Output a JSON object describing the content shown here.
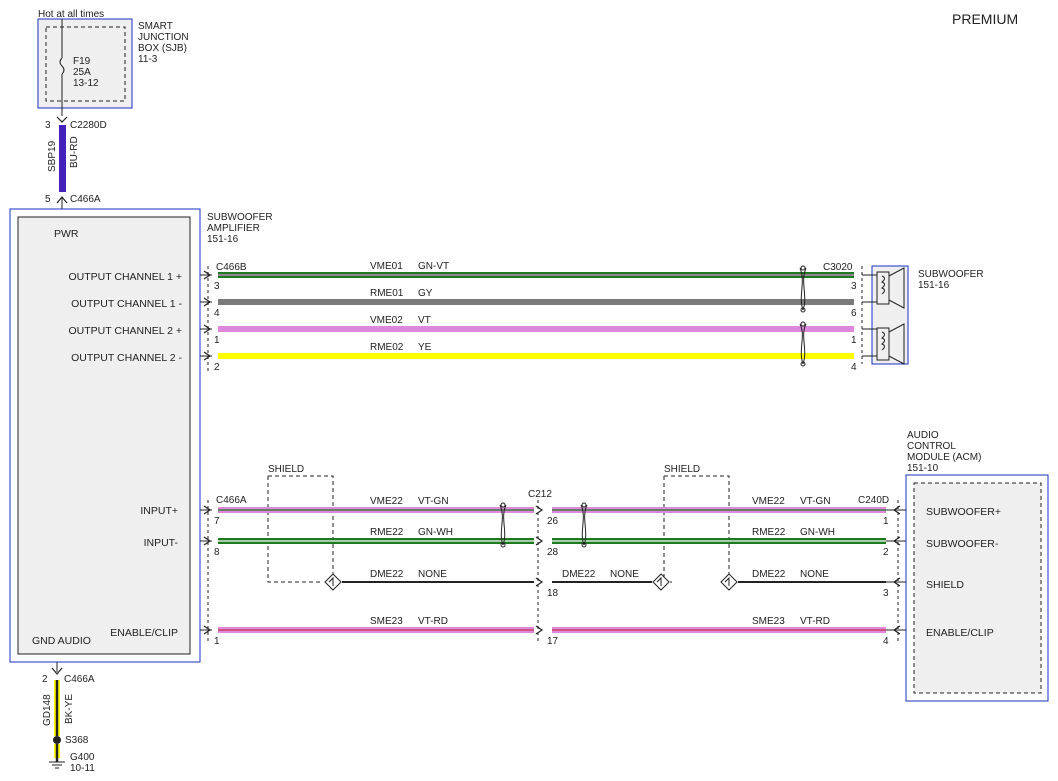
{
  "header": {
    "hot_label": "Hot at all times",
    "premium_label": "PREMIUM"
  },
  "sjb": {
    "title_lines": [
      "SMART",
      "JUNCTION",
      "BOX (SJB)",
      "11-3"
    ],
    "fuse": [
      "F19",
      "25A",
      "13-12"
    ]
  },
  "power_feed": {
    "top_pin": "3",
    "top_connector": "C2280D",
    "circuit": "SBP19",
    "color": "BU-RD",
    "bottom_pin": "5",
    "bottom_connector": "C466A"
  },
  "amplifier": {
    "title_lines": [
      "SUBWOOFER",
      "AMPLIFIER",
      "151-16"
    ],
    "pwr": "PWR",
    "gnd": "GND AUDIO",
    "outputs": [
      "OUTPUT CHANNEL 1 +",
      "OUTPUT CHANNEL 1 -",
      "OUTPUT CHANNEL 2 +",
      "OUTPUT CHANNEL 2 -"
    ],
    "inputs": [
      "INPUT+",
      "INPUT-",
      "ENABLE/CLIP"
    ]
  },
  "output_wires": {
    "left_connector": "C466B",
    "right_connector": "C3020",
    "wires": [
      {
        "circuit": "VME01",
        "color": "GN-VT",
        "left_pin": "3",
        "right_pin": "3"
      },
      {
        "circuit": "RME01",
        "color": "GY",
        "left_pin": "4",
        "right_pin": "6"
      },
      {
        "circuit": "VME02",
        "color": "VT",
        "left_pin": "1",
        "right_pin": "1"
      },
      {
        "circuit": "RME02",
        "color": "YE",
        "left_pin": "2",
        "right_pin": "4"
      }
    ]
  },
  "subwoofer": {
    "title_lines": [
      "SUBWOOFER",
      "151-16"
    ]
  },
  "acm": {
    "title_lines": [
      "AUDIO",
      "CONTROL",
      "MODULE (ACM)",
      "151-10"
    ],
    "pins": [
      "SUBWOOFER+",
      "SUBWOOFER-",
      "SHIELD",
      "ENABLE/CLIP"
    ]
  },
  "input_wires": {
    "left_connector": "C466A",
    "mid_connector": "C212",
    "right_connector": "C240D",
    "shield_label": "SHIELD",
    "left_segments": [
      {
        "circuit": "VME22",
        "color": "VT-GN",
        "pin": "7"
      },
      {
        "circuit": "RME22",
        "color": "GN-WH",
        "pin": "8"
      },
      {
        "circuit": "DME22",
        "color": "NONE"
      },
      {
        "circuit": "SME23",
        "color": "VT-RD",
        "pin": "1"
      }
    ],
    "mid_pins": [
      "26",
      "28",
      "18",
      "17"
    ],
    "right_segments": [
      {
        "circuit": "VME22",
        "color": "VT-GN",
        "pin": "1"
      },
      {
        "circuit": "RME22",
        "color": "GN-WH",
        "pin": "2"
      },
      {
        "circuit": "DME22",
        "color": "NONE",
        "pin": "3"
      },
      {
        "circuit": "SME23",
        "color": "VT-RD",
        "pin": "4"
      }
    ],
    "mid_shield_segment": {
      "circuit": "DME22",
      "color": "NONE"
    }
  },
  "ground": {
    "pin": "2",
    "connector": "C466A",
    "circuit": "GD148",
    "color": "BK-YE",
    "splice": "S368",
    "ground_point": [
      "G400",
      "10-11"
    ]
  },
  "colors": {
    "module_border": "#1a2fc4",
    "module_fill": "#efefef",
    "wire_green": "#1e7a1e",
    "wire_gray": "#7a7a7a",
    "wire_violet": "#dd88dd",
    "wire_yellow": "#ffff00",
    "wire_blue": "#4422bb",
    "wire_yellow_dark": "#777720"
  }
}
